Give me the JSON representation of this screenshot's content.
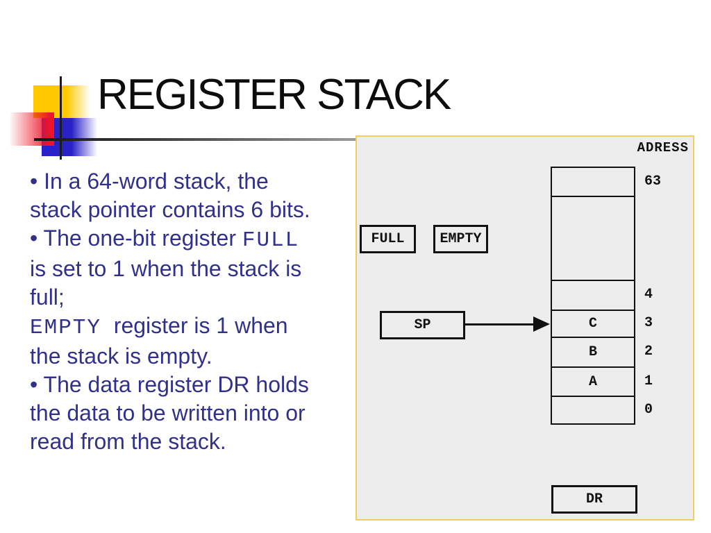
{
  "slide": {
    "title": "REGISTER STACK"
  },
  "bullets": {
    "lines": [
      {
        "t": "• In a 64-word stack, the"
      },
      {
        "t": "stack pointer contains 6 bits."
      },
      {
        "pre": "• The one-bit register ",
        "mono": "FULL"
      },
      {
        "t": "is set to 1 when the stack is"
      },
      {
        "t": "full;"
      },
      {
        "mono": "EMPTY",
        "post": "  register is 1 when"
      },
      {
        "t": "the stack is empty."
      },
      {
        "t": "• The data register DR holds"
      },
      {
        "t": "the data to be written into or"
      },
      {
        "t": "read from the stack."
      }
    ]
  },
  "diagram": {
    "address_header": "ADRESS",
    "full_label": "FULL",
    "empty_label": "EMPTY",
    "sp_label": "SP",
    "dr_label": "DR",
    "stack_cells": [
      {
        "content": "",
        "address": "63"
      },
      {
        "content": "",
        "address": ""
      },
      {
        "content": "",
        "address": "4"
      },
      {
        "content": "C",
        "address": "3"
      },
      {
        "content": "B",
        "address": "2"
      },
      {
        "content": "A",
        "address": "1"
      },
      {
        "content": "",
        "address": "0"
      }
    ]
  },
  "colors": {
    "body_text": "#31318B",
    "title_text": "#0D0D0D",
    "panel_background": "#EDEDED",
    "panel_border": "#EED05A",
    "decor_yellow": "#FFC800",
    "decor_red": "#F01428",
    "decor_blue": "#2A22C8",
    "diagram_ink": "#111111"
  }
}
